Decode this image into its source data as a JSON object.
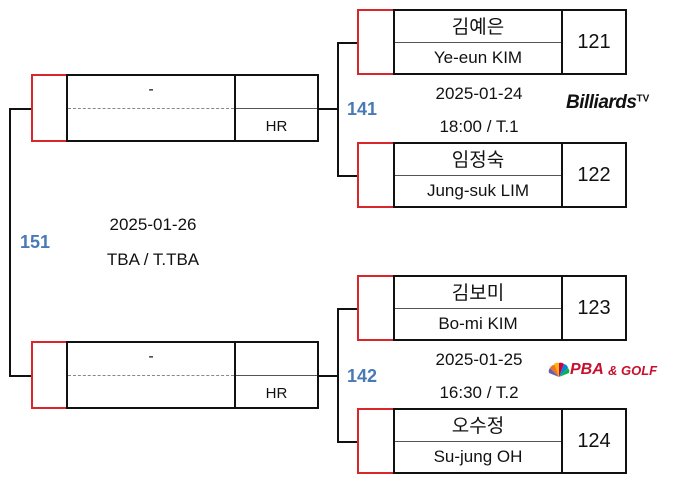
{
  "matches": {
    "m141": {
      "id": "141",
      "date": "2025-01-24",
      "time": "18:00 / T.1"
    },
    "m142": {
      "id": "142",
      "date": "2025-01-25",
      "time": "16:30 / T.2"
    },
    "m151": {
      "id": "151",
      "date": "2025-01-26",
      "time": "TBA / T.TBA"
    }
  },
  "players": [
    {
      "name_ko": "김예은",
      "name_en": "Ye-eun KIM",
      "seed": "121"
    },
    {
      "name_ko": "임정숙",
      "name_en": "Jung-suk LIM",
      "seed": "122"
    },
    {
      "name_ko": "김보미",
      "name_en": "Bo-mi KIM",
      "seed": "123"
    },
    {
      "name_ko": "오수정",
      "name_en": "Su-jung OH",
      "seed": "124"
    }
  ],
  "semis": [
    {
      "top": "-",
      "bottom": "",
      "score": "HR"
    },
    {
      "top": "-",
      "bottom": "",
      "score": "HR"
    }
  ],
  "logos": {
    "billiards": "Billiards",
    "billiards_sup": "TV",
    "pba": "PBA",
    "golf": "& GOLF"
  }
}
